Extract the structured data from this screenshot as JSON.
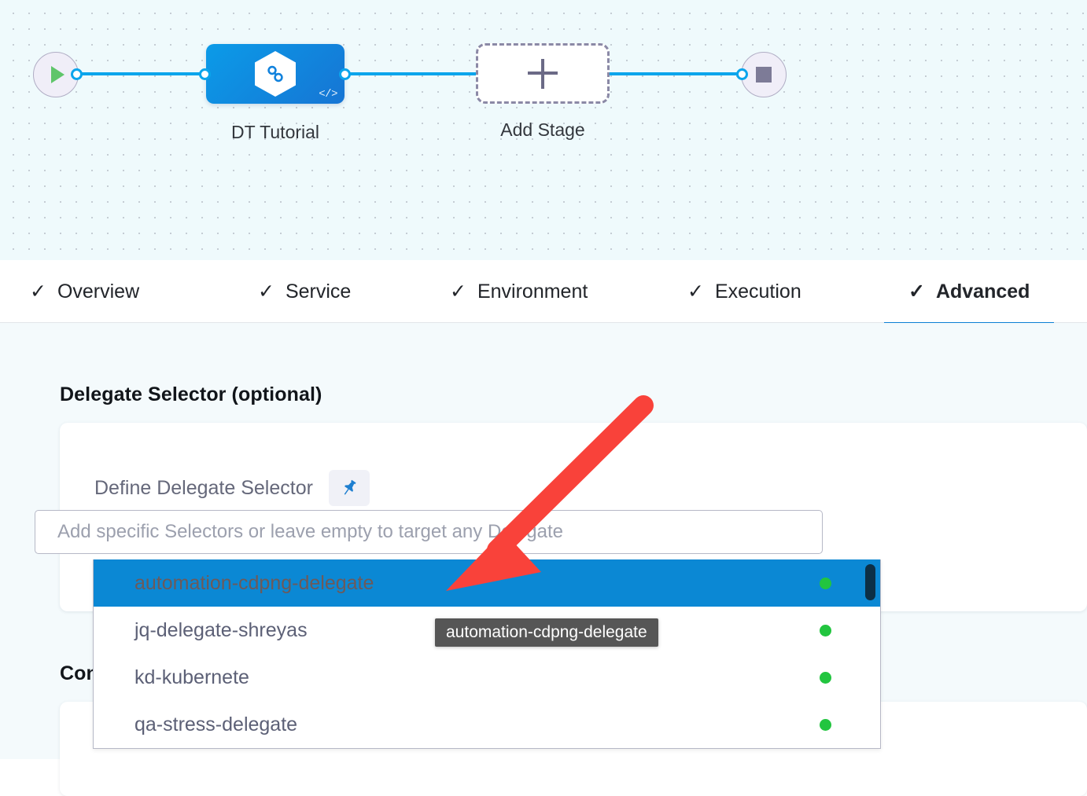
{
  "canvas": {
    "start_node": {
      "icon": "play-icon"
    },
    "stop_node": {
      "icon": "stop-icon"
    },
    "stage": {
      "label": "DT Tutorial",
      "icon": "harness-hexagon-icon",
      "code_badge": "</>"
    },
    "add_stage": {
      "label": "Add Stage",
      "icon": "plus-icon"
    }
  },
  "tabs": [
    {
      "label": "Overview",
      "check": "✓",
      "active": false
    },
    {
      "label": "Service",
      "check": "✓",
      "active": false
    },
    {
      "label": "Environment",
      "check": "✓",
      "active": false
    },
    {
      "label": "Execution",
      "check": "✓",
      "active": false
    },
    {
      "label": "Advanced",
      "check": "✓",
      "active": true
    }
  ],
  "content": {
    "delegate_section": {
      "heading": "Delegate Selector (optional)",
      "field_label": "Define Delegate Selector",
      "pin_icon": "pushpin-icon",
      "input_placeholder": "Add specific Selectors or leave empty to target any Delegate",
      "input_value": ""
    },
    "conditional_section": {
      "heading": "Conditional Execution"
    }
  },
  "dropdown": {
    "items": [
      {
        "label": "automation-cdpng-delegate",
        "status": "green",
        "selected": true
      },
      {
        "label": "jq-delegate-shreyas",
        "status": "green",
        "selected": false
      },
      {
        "label": "kd-kubernete",
        "status": "green",
        "selected": false
      },
      {
        "label": "qa-stress-delegate",
        "status": "green",
        "selected": false
      }
    ]
  },
  "tooltip": {
    "text": "automation-cdpng-delegate"
  },
  "annotation": {
    "arrow_color": "#f9423a"
  },
  "colors": {
    "accent_blue": "#0b7fd4",
    "edge_blue": "#0ba5ec",
    "highlight_blue": "#0b88d4",
    "status_green": "#22c53f",
    "canvas_bg": "#effafc",
    "content_bg": "#f4fafc"
  }
}
